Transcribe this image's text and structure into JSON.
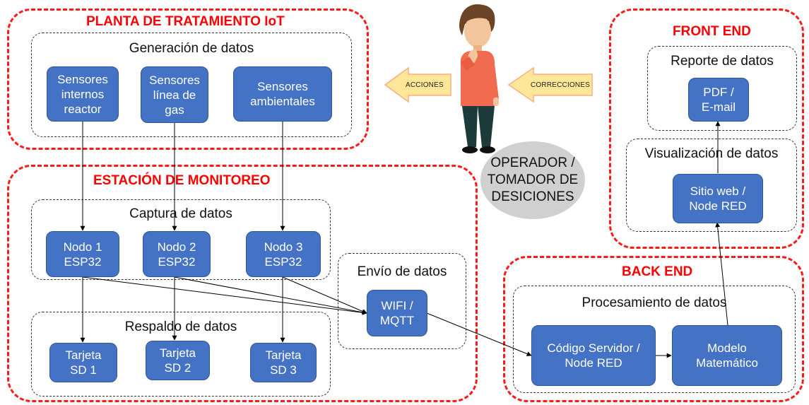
{
  "regions": {
    "planta": "PLANTA DE TRATAMIENTO IoT",
    "estacion": "ESTACIÓN DE MONITOREO",
    "front": "FRONT END",
    "back": "BACK END"
  },
  "groups": {
    "generacion": "Generación de datos",
    "captura": "Captura de datos",
    "respaldo": "Respaldo de datos",
    "envio": "Envío de datos",
    "reporte": "Reporte de datos",
    "visualizacion": "Visualización de datos",
    "procesamiento": "Procesamiento de datos"
  },
  "nodes": {
    "sens_internos": "Sensores\ninternos\nreactor",
    "sens_gas": "Sensores\nlínea de\ngas",
    "sens_amb": "Sensores\nambientales",
    "nodo1": "Nodo 1\nESP32",
    "nodo2": "Nodo 2\nESP32",
    "nodo3": "Nodo 3\nESP32",
    "sd1": "Tarjeta\nSD 1",
    "sd2": "Tarjeta\nSD 2",
    "sd3": "Tarjeta\nSD 3",
    "wifi": "WIFI /\nMQTT",
    "servidor": "Código Servidor /\nNode RED",
    "modelo": "Modelo\nMatemático",
    "sitio": "Sitio web /\nNode RED",
    "pdf": "PDF /\nE-mail"
  },
  "arrows": {
    "acciones": "ACCIONES",
    "correcciones": "CORRECCIONES"
  },
  "operator": "OPERADOR /\nTOMADOR DE\nDESICIONES",
  "colors": {
    "node_fill": "#4472c4",
    "region_border": "#ff0000",
    "arrow_fill": "#ffe699",
    "ellipse_fill": "#d0d0d0"
  }
}
